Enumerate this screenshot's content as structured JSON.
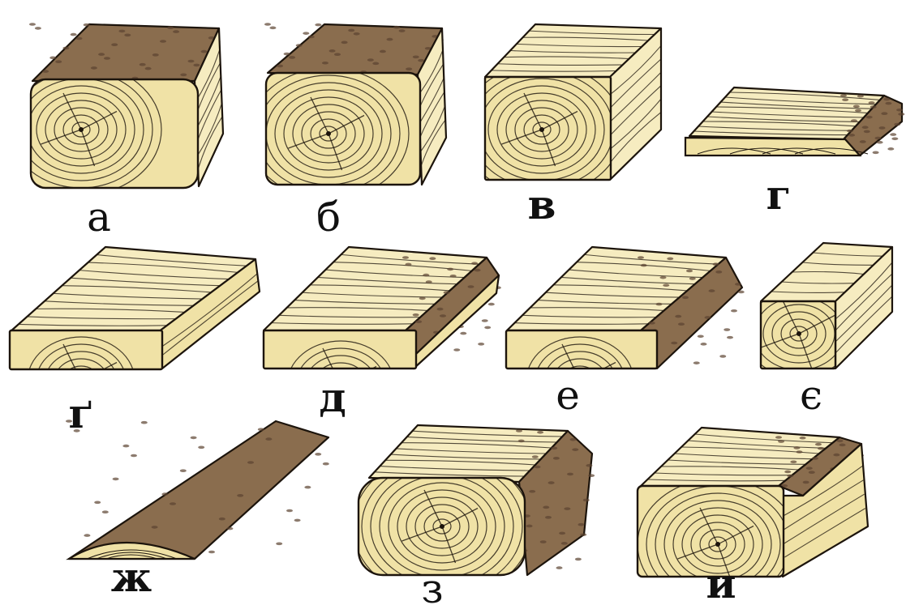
{
  "figure": {
    "colors": {
      "wood": "#f0e2a6",
      "wood_light": "#f6ecc0",
      "bark": "#8a6d4e",
      "bark_dark": "#5b4330",
      "ink": "#1c140c"
    },
    "items": [
      {
        "id": "a",
        "label": "а",
        "shape": "log-two-flat-faces"
      },
      {
        "id": "b",
        "label": "б",
        "shape": "log-three-flat-faces"
      },
      {
        "id": "v",
        "label": "в",
        "shape": "square-beam"
      },
      {
        "id": "g",
        "label": "г",
        "shape": "thin-board-with-bark-edge"
      },
      {
        "id": "g2",
        "label": "ґ",
        "shape": "clean-plank"
      },
      {
        "id": "d",
        "label": "д",
        "shape": "plank-with-bark-corner"
      },
      {
        "id": "e",
        "label": "е",
        "shape": "plank-with-bark-edge"
      },
      {
        "id": "ye",
        "label": "є",
        "shape": "small-square-bar"
      },
      {
        "id": "zh",
        "label": "ж",
        "shape": "slab-with-bark"
      },
      {
        "id": "z",
        "label": "з",
        "shape": "half-edged-beam"
      },
      {
        "id": "y",
        "label": "и",
        "shape": "beam-with-bark-corner"
      }
    ]
  }
}
